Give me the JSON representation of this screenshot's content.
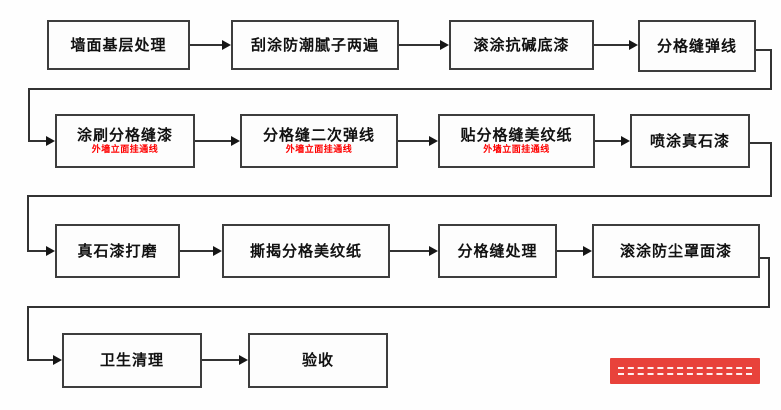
{
  "diagram": {
    "type": "flowchart",
    "language": "zh-CN",
    "nodes": [
      {
        "id": 1,
        "label": "墙面基层处理"
      },
      {
        "id": 2,
        "label": "刮涂防潮腻子两遍"
      },
      {
        "id": 3,
        "label": "滚涂抗碱底漆"
      },
      {
        "id": 4,
        "label": "分格缝弹线"
      },
      {
        "id": 5,
        "label": "涂刷分格缝漆",
        "note": "外墙立面挂通线"
      },
      {
        "id": 6,
        "label": "分格缝二次弹线",
        "note": "外墙立面挂通线"
      },
      {
        "id": 7,
        "label": "贴分格缝美纹纸",
        "note": "外墙立面挂通线"
      },
      {
        "id": 8,
        "label": "喷涂真石漆"
      },
      {
        "id": 9,
        "label": "真石漆打磨"
      },
      {
        "id": 10,
        "label": "撕揭分格美纹纸"
      },
      {
        "id": 11,
        "label": "分格缝处理"
      },
      {
        "id": 12,
        "label": "滚涂防尘罩面漆"
      },
      {
        "id": 13,
        "label": "卫生清理"
      },
      {
        "id": 14,
        "label": "验收"
      }
    ],
    "flow_order": "1>2>3>4>5>6>7>8>9>10>11>12>13>14",
    "colors": {
      "node_border": "#3d3d3d",
      "node_fill": "#fdfdfd",
      "label_text": "#111111",
      "note_text": "#ff0000",
      "connector": "#333333",
      "watermark_bg": "#e8423b"
    }
  }
}
